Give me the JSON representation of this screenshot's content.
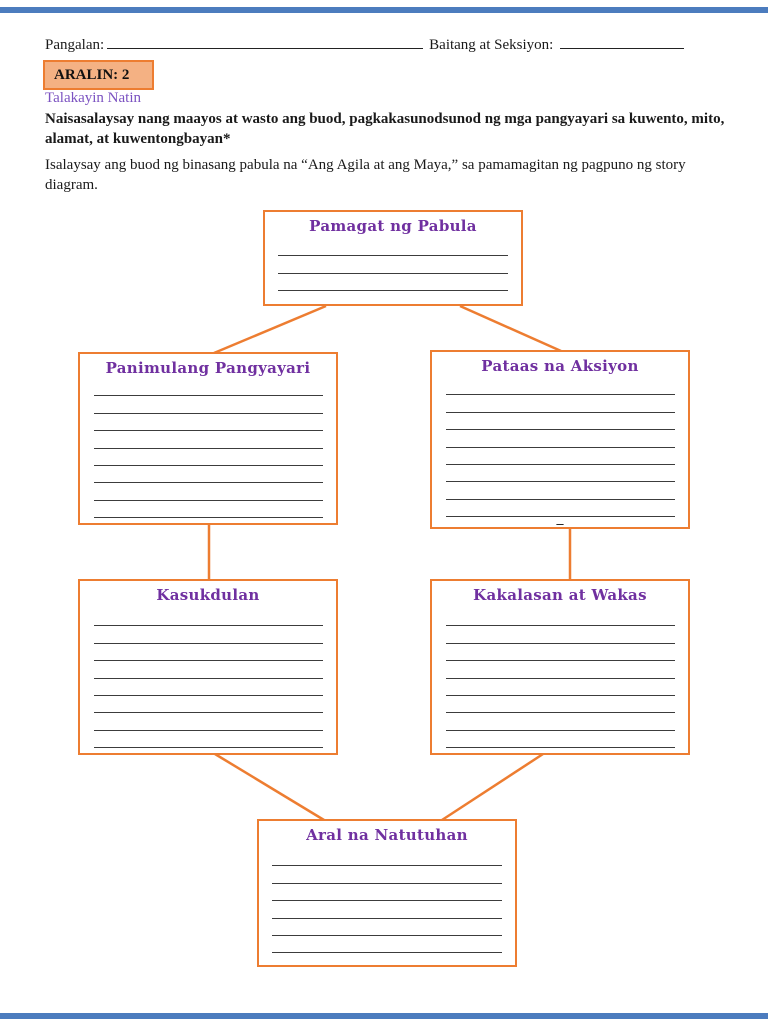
{
  "header": {
    "name_label": "Pangalan:",
    "section_label": "Baitang at Seksiyon:"
  },
  "lesson": {
    "badge": "ARALIN: 2",
    "subheading": "Talakayin Natin",
    "objective": "Naisasalaysay nang maayos at wasto ang buod, pagkakasunodsunod ng mga pangyayari sa kuwento, mito, alamat, at kuwentongbayan*",
    "instruction": "Isalaysay ang buod ng binasang pabula na “Ang Agila at ang Maya,” sa pamamagitan ng pagpuno ng story diagram."
  },
  "diagram": {
    "boxes": [
      {
        "id": "pamagat",
        "title": "Pamagat ng Pabula",
        "blank_lines": 3
      },
      {
        "id": "panimulang",
        "title": "Panimulang Pangyayari",
        "blank_lines": 8
      },
      {
        "id": "pataas",
        "title": "Pataas na Aksiyon",
        "blank_lines": 8,
        "stray_mark": "_"
      },
      {
        "id": "kasukdulan",
        "title": "Kasukdulan",
        "blank_lines": 8
      },
      {
        "id": "kakalasan",
        "title": "Kakalasan at Wakas",
        "blank_lines": 8
      },
      {
        "id": "aral",
        "title": "Aral na Natutuhan",
        "blank_lines": 6
      }
    ]
  },
  "colors": {
    "accent_orange": "#ED7D31",
    "badge_fill": "#F4B183",
    "box_title_purple": "#7030A0",
    "subheading_purple": "#7B52C1",
    "blank_line_gray": "#3C3C3C",
    "edge_bar_blue": "#4C7CBE"
  }
}
